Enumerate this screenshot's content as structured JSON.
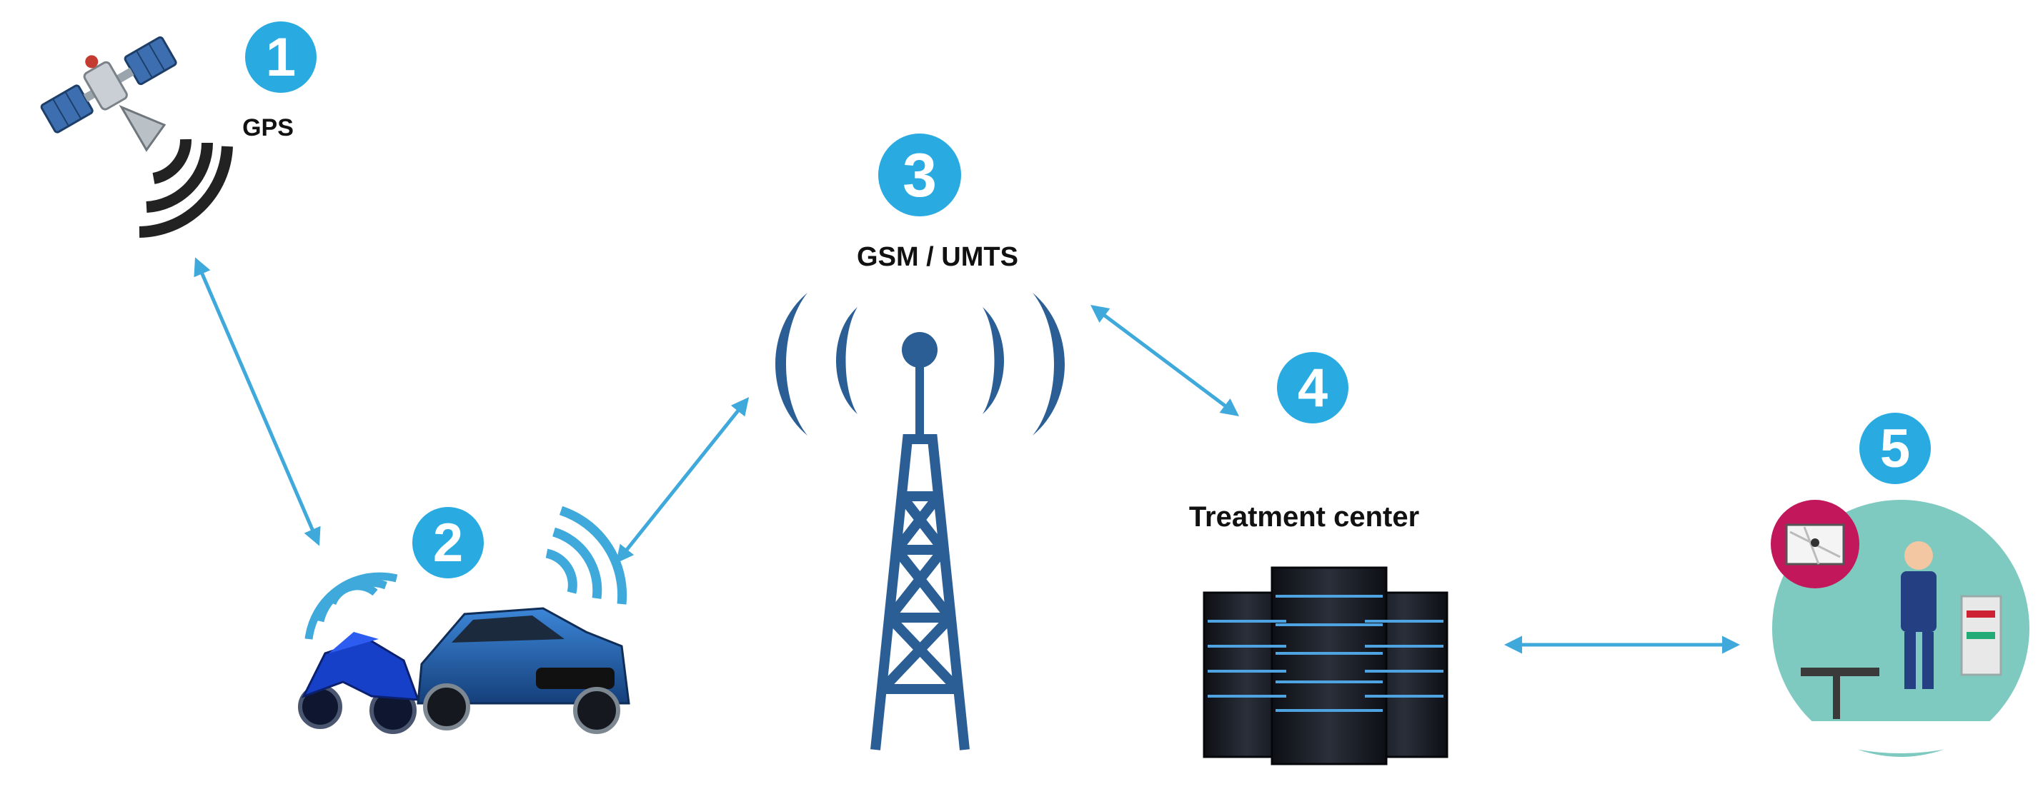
{
  "steps": [
    {
      "number": "1",
      "label": "GPS"
    },
    {
      "number": "2",
      "label": ""
    },
    {
      "number": "3",
      "label": "GSM / UMTS"
    },
    {
      "number": "4",
      "label": ""
    },
    {
      "number": "5",
      "label": ""
    }
  ],
  "treatment_label": "Treatment center",
  "colors": {
    "accent": "#29ABE2",
    "arrow": "#3FA9DB",
    "tower": "#2A5E95",
    "signal_dark": "#222222",
    "server_glow": "#4FA3E0",
    "car": "#1E63B8",
    "moto": "#1740C8",
    "office_bg": "#7EC9C0"
  },
  "icons": [
    "satellite-icon",
    "signal-waves-icon",
    "motorcycle-icon",
    "car-icon",
    "cell-tower-icon",
    "server-icon",
    "office-worker-icon",
    "monitor-map-icon"
  ]
}
